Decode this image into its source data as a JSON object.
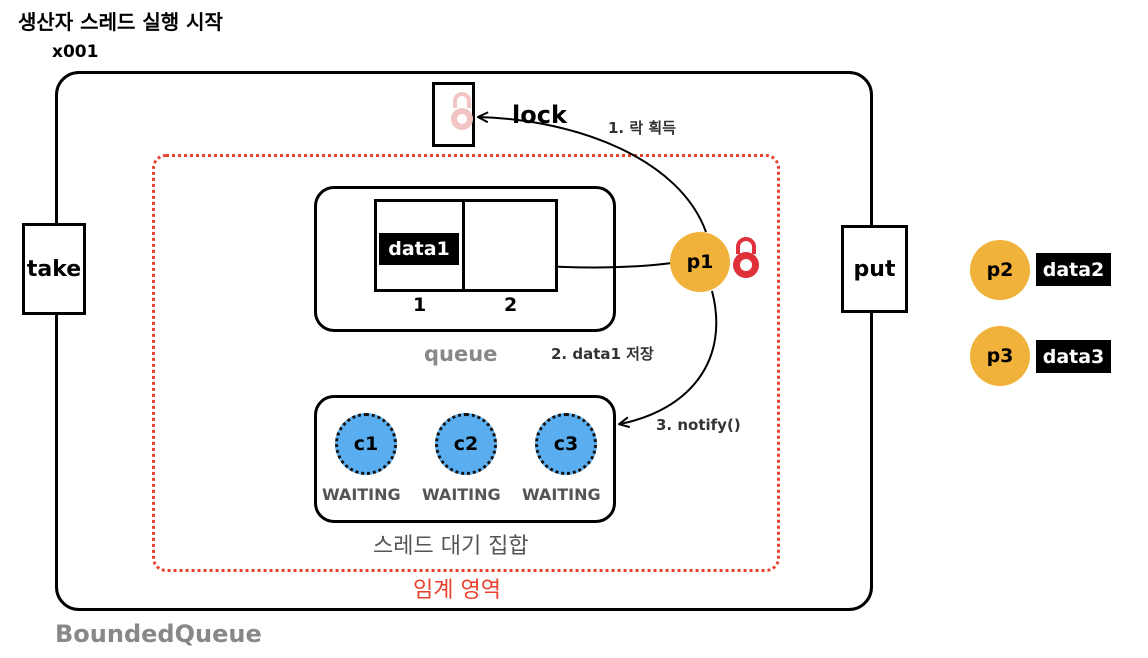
{
  "header": {
    "title": "생산자 스레드 실행 시작",
    "address": "x001"
  },
  "queue_object": {
    "name": "BoundedQueue"
  },
  "critical_section": {
    "label": "임계 영역"
  },
  "methods": {
    "take": "take",
    "put": "put"
  },
  "lock": {
    "label": "lock"
  },
  "steps": {
    "step1": "1. 락 획득",
    "step2": "2. data1 저장",
    "step3": "3. notify()"
  },
  "queue": {
    "label": "queue",
    "slots": [
      {
        "number": "1",
        "value": "data1"
      },
      {
        "number": "2",
        "value": ""
      }
    ]
  },
  "wait_set": {
    "label": "스레드 대기 집합",
    "threads": [
      {
        "name": "c1",
        "state": "WAITING"
      },
      {
        "name": "c2",
        "state": "WAITING"
      },
      {
        "name": "c3",
        "state": "WAITING"
      }
    ]
  },
  "producers": {
    "active": {
      "name": "p1"
    },
    "outside": [
      {
        "name": "p2",
        "data": "data2"
      },
      {
        "name": "p3",
        "data": "data3"
      }
    ]
  },
  "colors": {
    "critical": "#e8422e",
    "producer": "#f0b23a",
    "consumer": "#5aaef0",
    "lock_faded": "#f3c4c4",
    "lock_held": "#e0303a"
  }
}
